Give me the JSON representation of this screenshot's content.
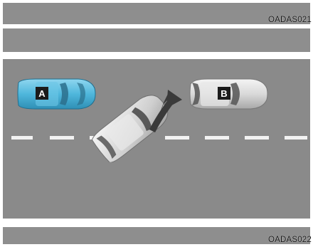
{
  "top_code": "OADAS021",
  "bottom_code": "OADAS022",
  "vehicles": [
    {
      "label": "A",
      "color": "#4fb7dc"
    },
    {
      "label": "B",
      "color": "#d9d9d9"
    }
  ],
  "colors": {
    "road": "#8a8a8a",
    "lane_marking": "#f2f2f2",
    "background": "#ffffff",
    "merging_car": "#cfcfcf",
    "arrow": "#3a3a3a"
  },
  "icons": [
    "merging-direction-arrow"
  ]
}
